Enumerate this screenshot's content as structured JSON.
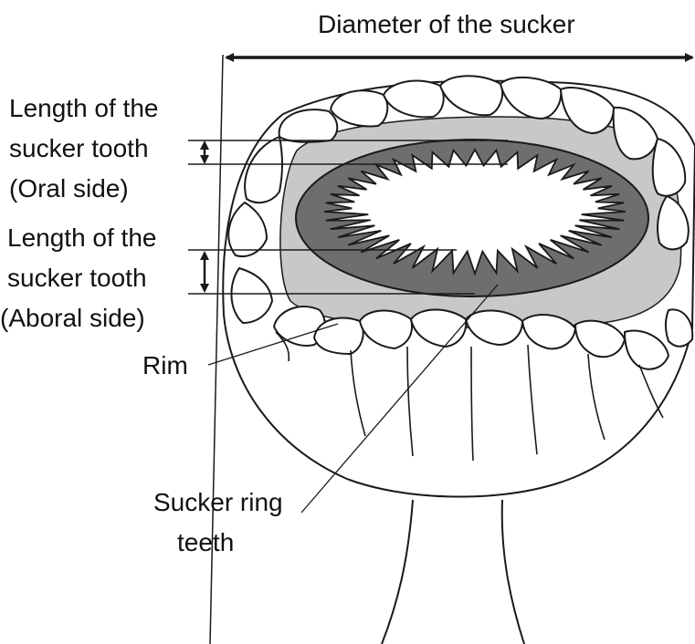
{
  "diagram": {
    "labels": {
      "diameter": "Diameter of the sucker",
      "oral_line1": "Length of the",
      "oral_line2": "sucker tooth",
      "oral_line3": "(Oral side)",
      "aboral_line1": "Length of the",
      "aboral_line2": "sucker tooth",
      "aboral_line3": "(Aboral side)",
      "rim": "Rim",
      "ring_line1": "Sucker ring",
      "ring_line2": "teeth"
    },
    "colors": {
      "outline": "#1a1a1a",
      "body_fill": "#ffffff",
      "rim_zone_fill": "#c8c8c8",
      "ring_fill": "#6e6e6e",
      "opening_fill": "#ffffff"
    }
  }
}
